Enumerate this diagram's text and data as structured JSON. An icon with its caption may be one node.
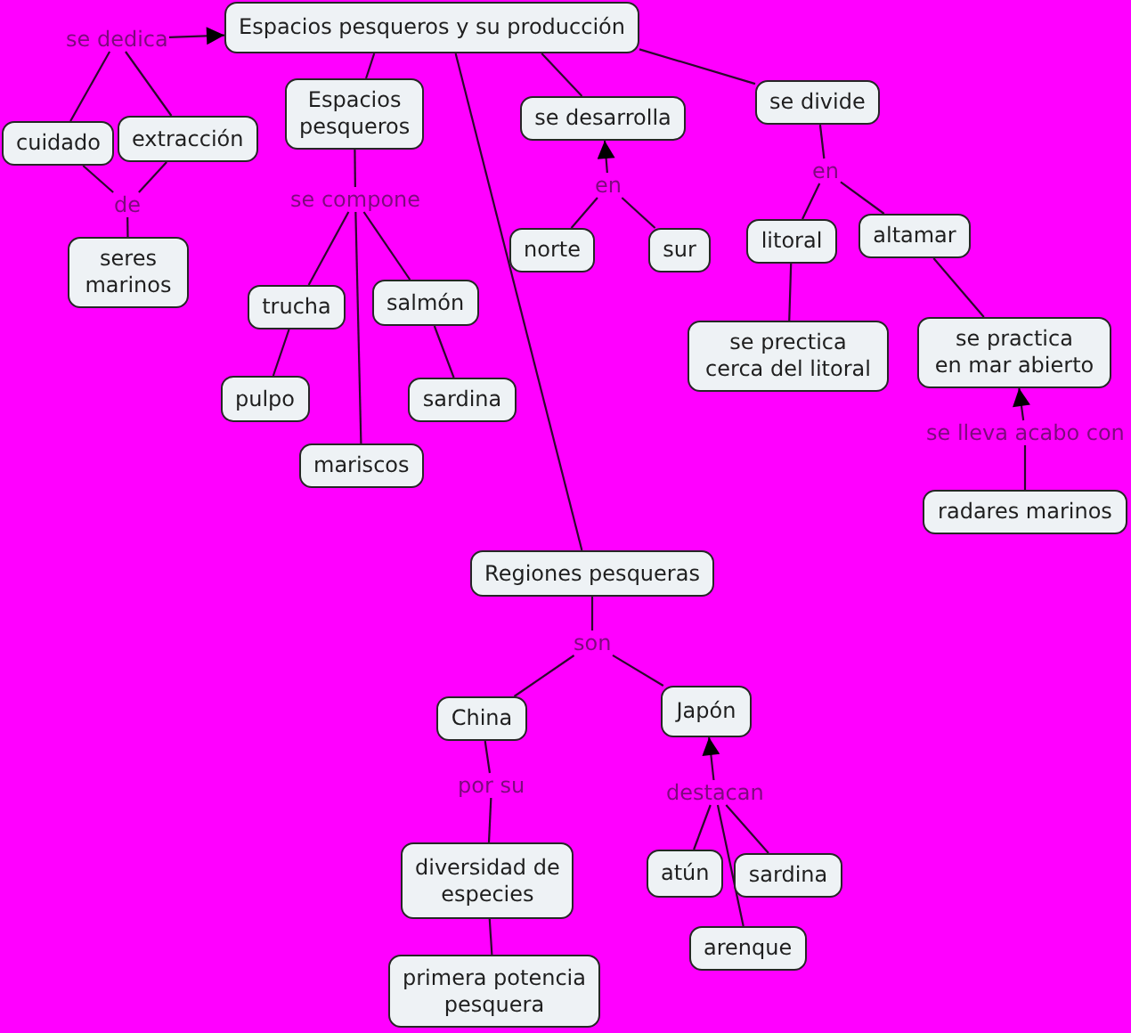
{
  "diagram": {
    "nodes": [
      {
        "text": [
          "Espacios pesqueros y su producción"
        ]
      },
      {
        "text": [
          "se dedica"
        ]
      },
      {
        "text": [
          "cuidado"
        ]
      },
      {
        "text": [
          "extracción"
        ]
      },
      {
        "text": [
          "de"
        ]
      },
      {
        "text": [
          "seres marinos"
        ]
      },
      {
        "text": [
          "Espacios pesqueros"
        ]
      },
      {
        "text": [
          "se compone"
        ]
      },
      {
        "text": [
          "trucha"
        ]
      },
      {
        "text": [
          "salmón"
        ]
      },
      {
        "text": [
          "pulpo"
        ]
      },
      {
        "text": [
          "sardina"
        ]
      },
      {
        "text": [
          "mariscos"
        ]
      },
      {
        "text": [
          "se desarrolla"
        ]
      },
      {
        "text": [
          "en"
        ]
      },
      {
        "text": [
          "norte"
        ]
      },
      {
        "text": [
          "sur"
        ]
      },
      {
        "text": [
          "se divide"
        ]
      },
      {
        "text": [
          "en"
        ]
      },
      {
        "text": [
          "litoral"
        ]
      },
      {
        "text": [
          "altamar"
        ]
      },
      {
        "text": [
          "se prectica cerca del litoral"
        ]
      },
      {
        "text": [
          "se practica en mar abierto"
        ]
      },
      {
        "text": [
          "se lleva acabo con"
        ]
      },
      {
        "text": [
          "radares marinos"
        ]
      },
      {
        "text": [
          "Regiones pesqueras"
        ]
      },
      {
        "text": [
          "son"
        ]
      },
      {
        "text": [
          "China"
        ]
      },
      {
        "text": [
          "Japón"
        ]
      },
      {
        "text": [
          "por su"
        ]
      },
      {
        "text": [
          "destacan"
        ]
      },
      {
        "text": [
          "diversidad de especies"
        ]
      },
      {
        "text": [
          "atún"
        ]
      },
      {
        "text": [
          "sardina"
        ]
      },
      {
        "text": [
          "arenque"
        ]
      },
      {
        "text": [
          "primera potencia pesquera"
        ]
      }
    ],
    "edges": [
      {
        "from": 1,
        "to": 0,
        "arrow": "to"
      },
      {
        "from": 2,
        "to": 1,
        "arrow": "none"
      },
      {
        "from": 3,
        "to": 1,
        "arrow": "none"
      },
      {
        "from": 2,
        "to": 4,
        "arrow": "none"
      },
      {
        "from": 3,
        "to": 4,
        "arrow": "none"
      },
      {
        "from": 4,
        "to": 5,
        "arrow": "none"
      },
      {
        "from": 0,
        "to": 6,
        "arrow": "none"
      },
      {
        "from": 6,
        "to": 7,
        "arrow": "none"
      },
      {
        "from": 7,
        "to": 8,
        "arrow": "none"
      },
      {
        "from": 7,
        "to": 9,
        "arrow": "none"
      },
      {
        "from": 7,
        "to": 12,
        "arrow": "none"
      },
      {
        "from": 8,
        "to": 10,
        "arrow": "none"
      },
      {
        "from": 9,
        "to": 11,
        "arrow": "none"
      },
      {
        "from": 0,
        "to": 13,
        "arrow": "none"
      },
      {
        "from": 14,
        "to": 13,
        "arrow": "to"
      },
      {
        "from": 15,
        "to": 14,
        "arrow": "none"
      },
      {
        "from": 16,
        "to": 14,
        "arrow": "none"
      },
      {
        "from": 0,
        "to": 17,
        "arrow": "none"
      },
      {
        "from": 17,
        "to": 18,
        "arrow": "none"
      },
      {
        "from": 18,
        "to": 19,
        "arrow": "none"
      },
      {
        "from": 18,
        "to": 20,
        "arrow": "none"
      },
      {
        "from": 19,
        "to": 21,
        "arrow": "none"
      },
      {
        "from": 20,
        "to": 22,
        "arrow": "none"
      },
      {
        "from": 23,
        "to": 22,
        "arrow": "to"
      },
      {
        "from": 24,
        "to": 23,
        "arrow": "none"
      },
      {
        "from": 0,
        "to": 25,
        "arrow": "none"
      },
      {
        "from": 25,
        "to": 26,
        "arrow": "none"
      },
      {
        "from": 26,
        "to": 27,
        "arrow": "none"
      },
      {
        "from": 26,
        "to": 28,
        "arrow": "none"
      },
      {
        "from": 27,
        "to": 29,
        "arrow": "none"
      },
      {
        "from": 29,
        "to": 31,
        "arrow": "none"
      },
      {
        "from": 30,
        "to": 28,
        "arrow": "to"
      },
      {
        "from": 32,
        "to": 30,
        "arrow": "none"
      },
      {
        "from": 33,
        "to": 30,
        "arrow": "none"
      },
      {
        "from": 34,
        "to": 30,
        "arrow": "none"
      },
      {
        "from": 31,
        "to": 35,
        "arrow": "none"
      }
    ]
  }
}
